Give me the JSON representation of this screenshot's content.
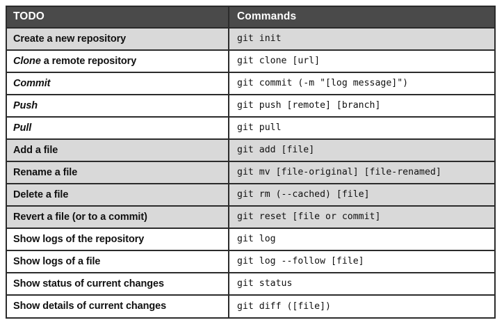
{
  "table": {
    "columns": [
      {
        "key": "todo",
        "label": "TODO"
      },
      {
        "key": "commands",
        "label": "Commands"
      }
    ],
    "header_bg": "#4a4a4a",
    "header_fg": "#ffffff",
    "row_shade_gray": "#d9d9d9",
    "row_shade_white": "#ffffff",
    "border_color": "#2b2b2b",
    "rows": [
      {
        "todo": "Create a new repository",
        "todo_italic_prefix": "",
        "todo_rest": "Create a new repository",
        "command": "git init",
        "shade": "gray"
      },
      {
        "todo": "Clone a remote repository",
        "todo_italic_prefix": "Clone",
        "todo_rest": " a remote repository",
        "command": "git clone [url]",
        "shade": "white"
      },
      {
        "todo": "Commit",
        "todo_italic_prefix": "Commit",
        "todo_rest": "",
        "command": "git commit (-m \"[log message]\")",
        "shade": "white"
      },
      {
        "todo": "Push",
        "todo_italic_prefix": "Push",
        "todo_rest": "",
        "command": "git push [remote] [branch]",
        "shade": "white"
      },
      {
        "todo": "Pull",
        "todo_italic_prefix": "Pull",
        "todo_rest": "",
        "command": "git pull",
        "shade": "white"
      },
      {
        "todo": "Add a file",
        "todo_italic_prefix": "",
        "todo_rest": "Add a file",
        "command": "git add [file]",
        "shade": "gray"
      },
      {
        "todo": "Rename a file",
        "todo_italic_prefix": "",
        "todo_rest": "Rename a file",
        "command": "git mv [file-original] [file-renamed]",
        "shade": "gray"
      },
      {
        "todo": "Delete a file",
        "todo_italic_prefix": "",
        "todo_rest": "Delete a file",
        "command": "git rm (--cached) [file]",
        "shade": "gray"
      },
      {
        "todo": "Revert a file (or to a commit)",
        "todo_italic_prefix": "",
        "todo_rest": "Revert a file (or to a commit)",
        "command": "git reset [file or commit]",
        "shade": "gray"
      },
      {
        "todo": "Show logs of the repository",
        "todo_italic_prefix": "",
        "todo_rest": "Show logs of the repository",
        "command": "git log",
        "shade": "white"
      },
      {
        "todo": "Show logs of a file",
        "todo_italic_prefix": "",
        "todo_rest": "Show logs of a file",
        "command": "git log --follow [file]",
        "shade": "white"
      },
      {
        "todo": "Show status of current changes",
        "todo_italic_prefix": "",
        "todo_rest": "Show status of current changes",
        "command": "git status",
        "shade": "white"
      },
      {
        "todo": "Show details of current changes",
        "todo_italic_prefix": "",
        "todo_rest": "Show details of current changes",
        "command": "git diff ([file])",
        "shade": "white"
      }
    ]
  }
}
